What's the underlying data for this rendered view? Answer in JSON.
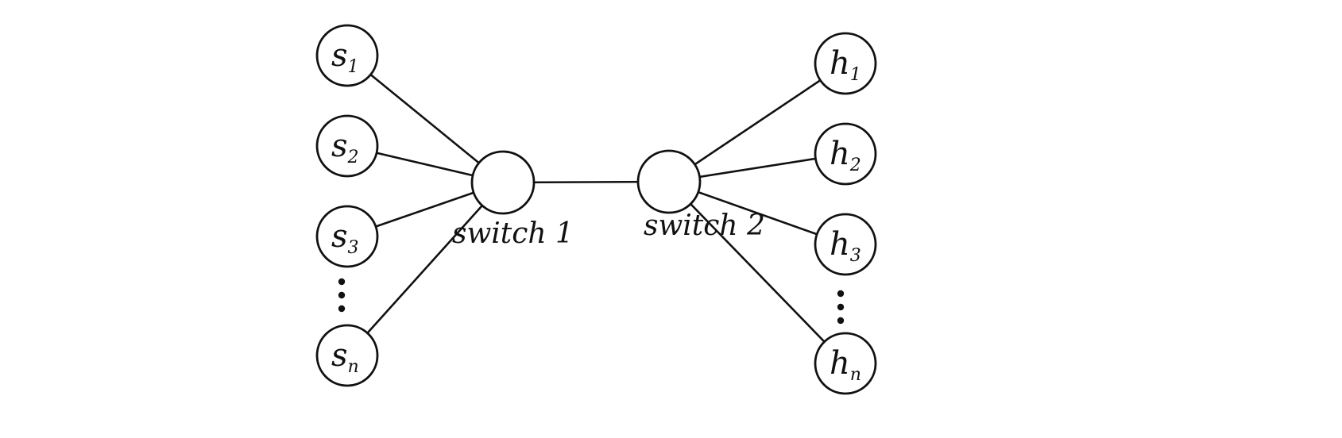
{
  "diagram": {
    "type": "network-topology",
    "line_color": "#111111",
    "background": "#ffffff",
    "switches": [
      {
        "id": "sw1",
        "label": "switch 1"
      },
      {
        "id": "sw2",
        "label": "switch 2"
      }
    ],
    "sources": [
      {
        "id": "s1",
        "main": "s",
        "sub": "1"
      },
      {
        "id": "s2",
        "main": "s",
        "sub": "2"
      },
      {
        "id": "s3",
        "main": "s",
        "sub": "3"
      },
      {
        "id": "sn",
        "main": "s",
        "sub": "n"
      }
    ],
    "hosts": [
      {
        "id": "h1",
        "main": "h",
        "sub": "1"
      },
      {
        "id": "h2",
        "main": "h",
        "sub": "2"
      },
      {
        "id": "h3",
        "main": "h",
        "sub": "3"
      },
      {
        "id": "hn",
        "main": "h",
        "sub": "n"
      }
    ],
    "links": [
      [
        "s1",
        "sw1"
      ],
      [
        "s2",
        "sw1"
      ],
      [
        "s3",
        "sw1"
      ],
      [
        "sn",
        "sw1"
      ],
      [
        "sw1",
        "sw2"
      ],
      [
        "sw2",
        "h1"
      ],
      [
        "sw2",
        "h2"
      ],
      [
        "sw2",
        "h3"
      ],
      [
        "sw2",
        "hn"
      ]
    ],
    "ellipsis": [
      {
        "id": "sources-ellipsis",
        "between": [
          "s3",
          "sn"
        ]
      },
      {
        "id": "hosts-ellipsis",
        "between": [
          "h3",
          "hn"
        ]
      }
    ]
  }
}
